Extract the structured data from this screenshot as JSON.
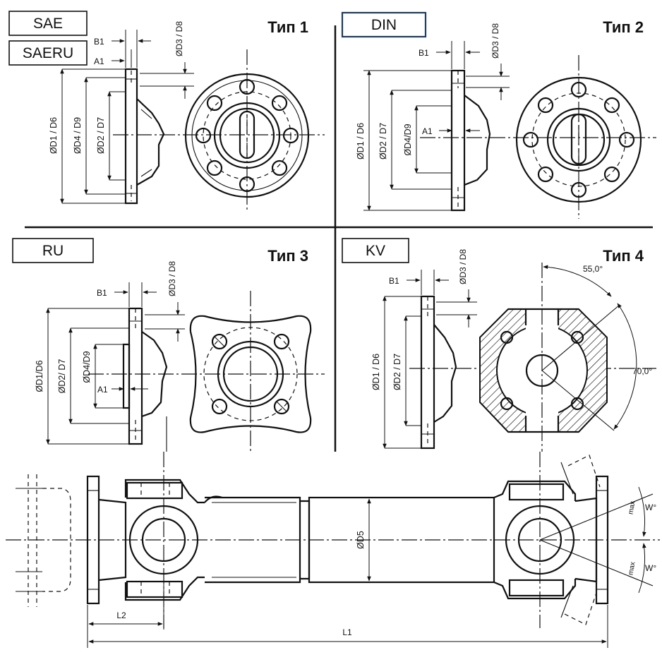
{
  "panels": {
    "p1": {
      "standards": [
        "SAE",
        "SAERU"
      ],
      "type_label": "Тип 1",
      "dims": {
        "b1": "B1",
        "a1": "A1",
        "d3": "ØD3 / D8",
        "d1": "ØD1 / D6",
        "d4": "ØD4 / D9",
        "d2": "ØD2 / D7"
      }
    },
    "p2": {
      "standards": [
        "DIN"
      ],
      "type_label": "Тип 2",
      "dims": {
        "b1": "B1",
        "a1": "A1",
        "d3": "ØD3 / D8",
        "d1": "ØD1 / D6",
        "d2": "ØD2 / D7",
        "d4": "ØD4/D9"
      }
    },
    "p3": {
      "standards": [
        "RU"
      ],
      "type_label": "Тип 3",
      "dims": {
        "b1": "B1",
        "a1": "A1",
        "d3": "ØD3 / D8",
        "d1": "ØD1/D6",
        "d2": "ØD2/ D7",
        "d4": "ØD4/D9"
      }
    },
    "p4": {
      "standards": [
        "KV"
      ],
      "type_label": "Тип 4",
      "dims": {
        "b1": "B1",
        "d3": "ØD3 / D8",
        "d1": "ØD1 / D6",
        "d2": "ØD2 / D7"
      },
      "angles": {
        "a1": "55,0°",
        "a2": "70,0°"
      }
    }
  },
  "shaft": {
    "d5": "ØD5",
    "l1": "L1",
    "l2": "L2",
    "angle_top": "W°",
    "angle_bottom": "W°",
    "angle_side_top": "max",
    "angle_side_bottom": "max"
  },
  "colors": {
    "line": "#111111",
    "din_box_border": "#1f3b63",
    "background": "#ffffff"
  }
}
